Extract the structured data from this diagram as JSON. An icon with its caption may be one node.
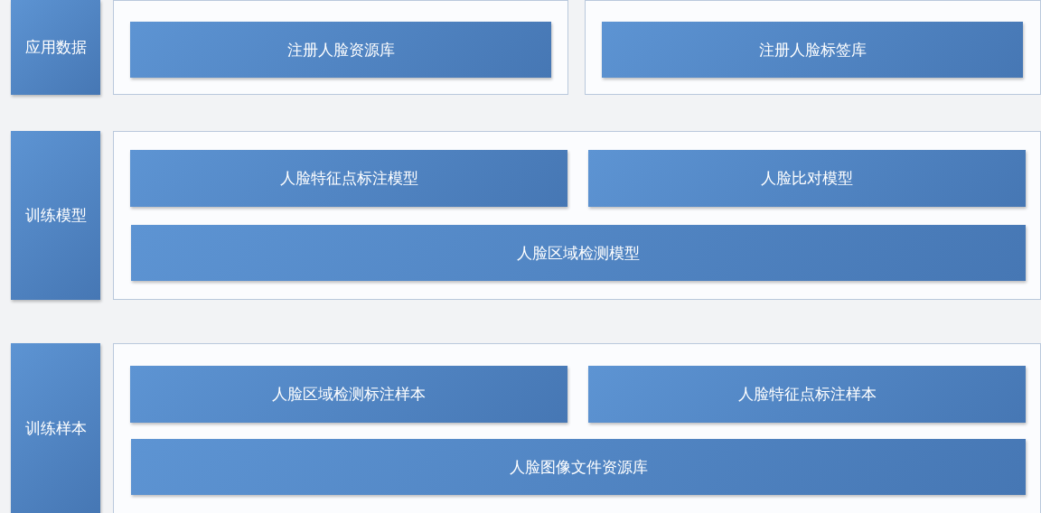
{
  "diagram": {
    "nodes": [
      {
        "text": [
          "应用数据"
        ]
      },
      {
        "text": [],
        "shape": "box"
      },
      {
        "text": [
          "注册人脸资源库"
        ],
        "in": 1
      },
      {
        "text": [],
        "shape": "box"
      },
      {
        "text": [
          "注册人脸标签库"
        ],
        "in": 3
      },
      {
        "text": [
          "训练模型"
        ]
      },
      {
        "text": [],
        "shape": "box"
      },
      {
        "text": [
          "人脸特征点标注模型"
        ],
        "in": 6
      },
      {
        "text": [
          "人脸比对模型"
        ],
        "in": 6
      },
      {
        "text": [
          "人脸区域检测模型"
        ],
        "in": 6
      },
      {
        "text": [
          "训练样本"
        ]
      },
      {
        "text": [],
        "shape": "box"
      },
      {
        "text": [
          "人脸区域检测标注样本"
        ],
        "in": 11
      },
      {
        "text": [
          "人脸特征点标注样本"
        ],
        "in": 11
      },
      {
        "text": [
          "人脸图像文件资源库"
        ],
        "in": 11
      }
    ]
  }
}
